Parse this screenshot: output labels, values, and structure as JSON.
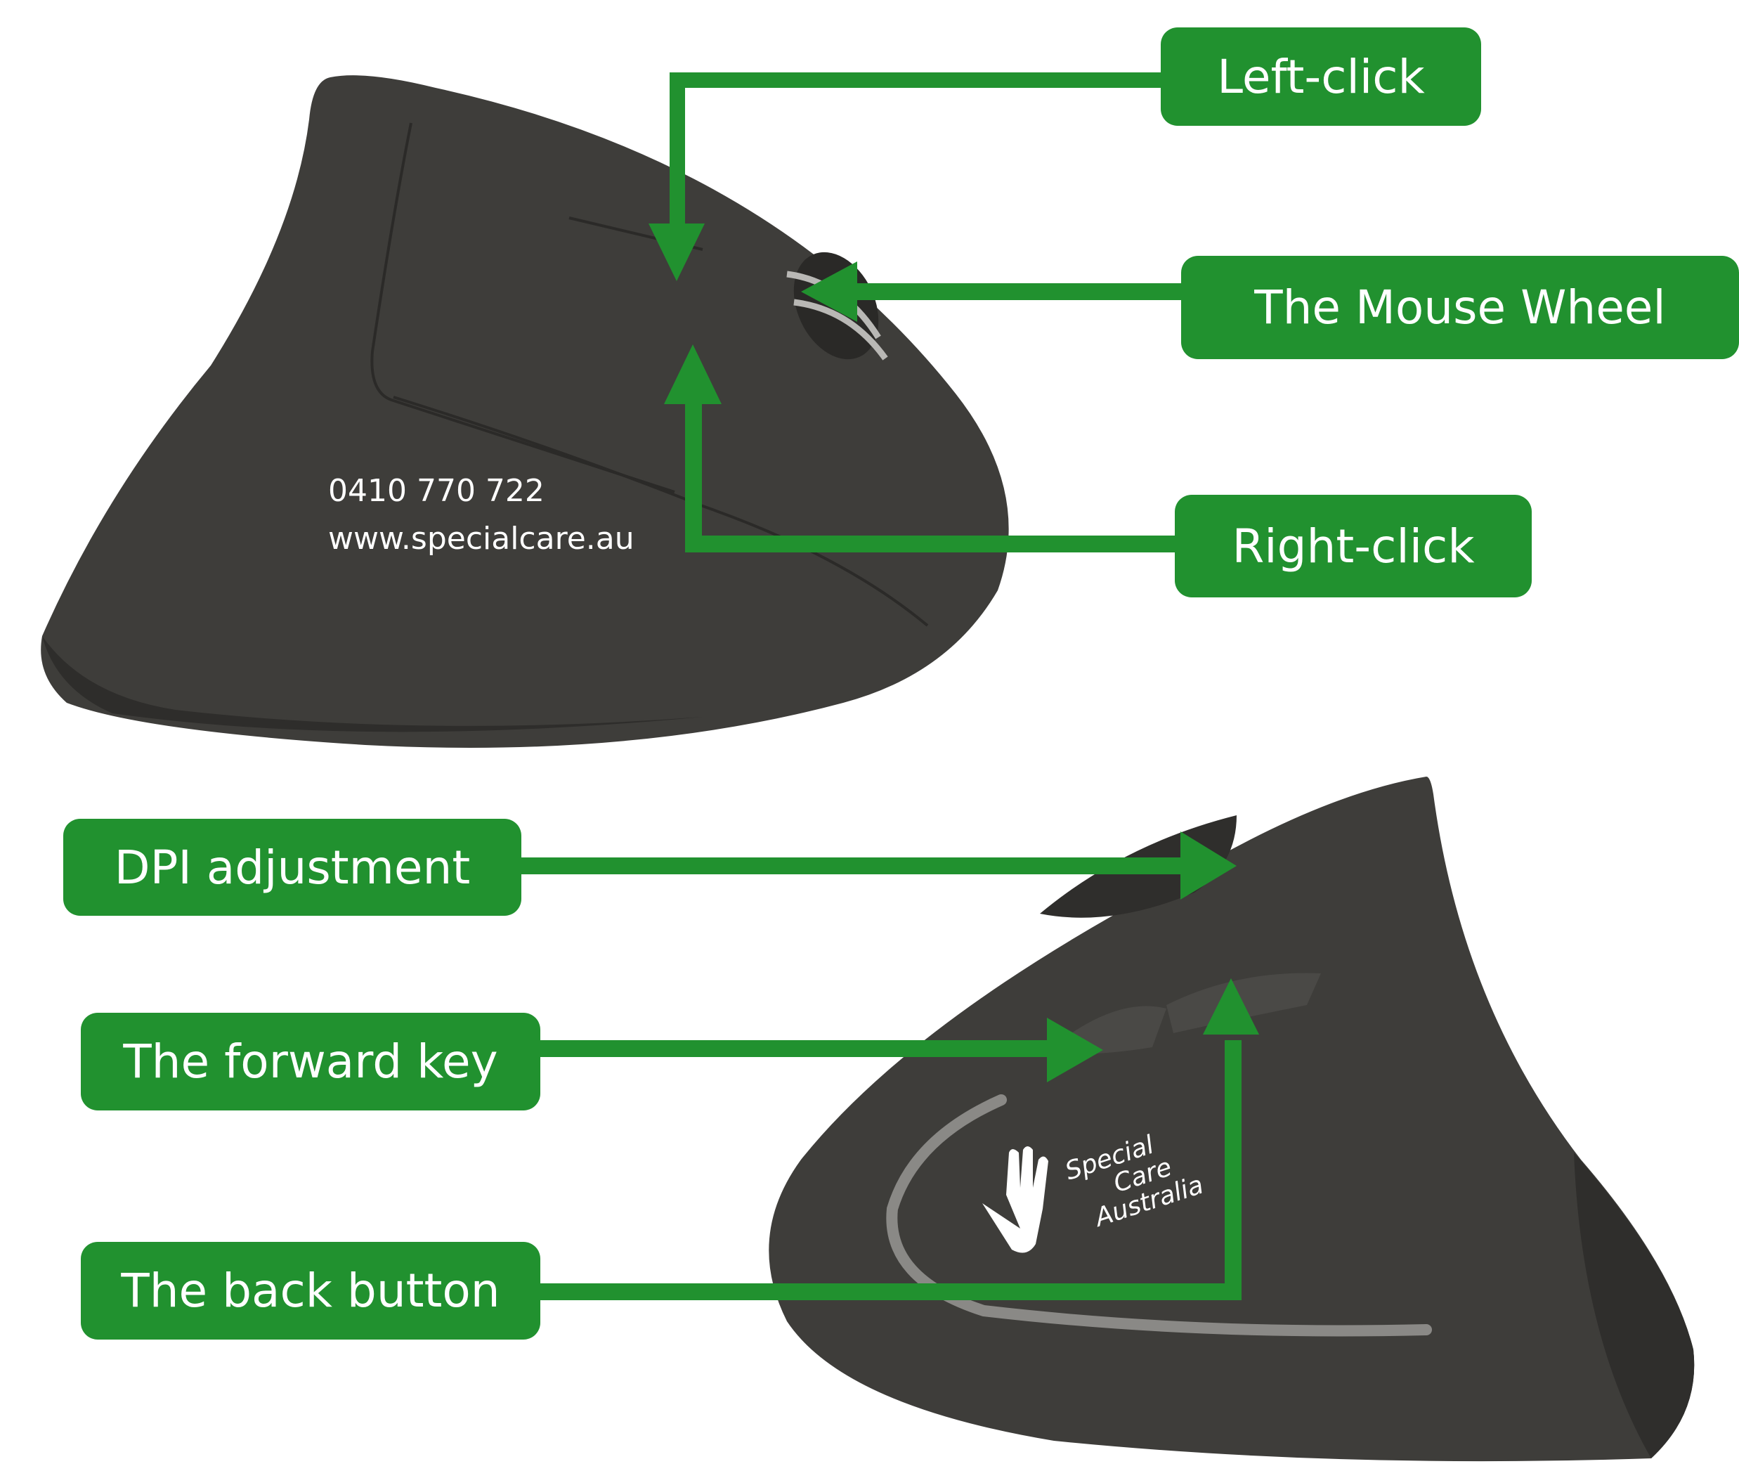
{
  "colors": {
    "accent_green": "#21912f",
    "mouse_body": "#3e3d3a",
    "mouse_shadow": "#2e2d2b",
    "grip_stripe": "#8a8986",
    "label_text": "#ffffff"
  },
  "top_view": {
    "contact": {
      "phone": "0410 770 722",
      "website": "www.specialcare.au"
    },
    "callouts": [
      {
        "label": "Left-click"
      },
      {
        "label": "The Mouse Wheel"
      },
      {
        "label": "Right-click"
      }
    ]
  },
  "side_view": {
    "logo": {
      "icon": "hands-icon",
      "line1": "Special",
      "line2": "Care",
      "line3": "Australia"
    },
    "callouts": [
      {
        "label": "DPI adjustment"
      },
      {
        "label": "The forward key"
      },
      {
        "label": "The back button"
      }
    ]
  }
}
